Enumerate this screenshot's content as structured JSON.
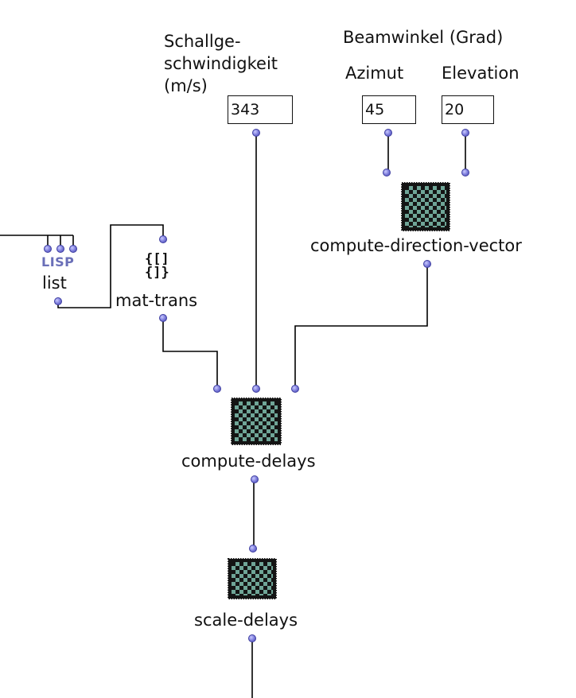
{
  "comments": {
    "sound_speed": "Schallge-\nschwindigkeit\n(m/s)",
    "beam_angle": "Beamwinkel (Grad)",
    "azimuth": "Azimut",
    "elevation": "Elevation"
  },
  "inputs": {
    "sound_speed_value": "343",
    "azimuth_value": "45",
    "elevation_value": "20"
  },
  "boxes": {
    "direction_vector": "compute-direction-vector",
    "list": "list",
    "list_icon": "LISP",
    "mat_trans": "mat-trans",
    "mat_trans_icon": "{[]\n {]}",
    "compute_delays": "compute-delays",
    "scale_delays": "scale-delays"
  },
  "colors": {
    "wire": "#000000",
    "inlet": "#7878d8",
    "checker_dark": "#141414",
    "checker_light": "#6fa597",
    "lisp_icon": "#6a6fb8"
  }
}
